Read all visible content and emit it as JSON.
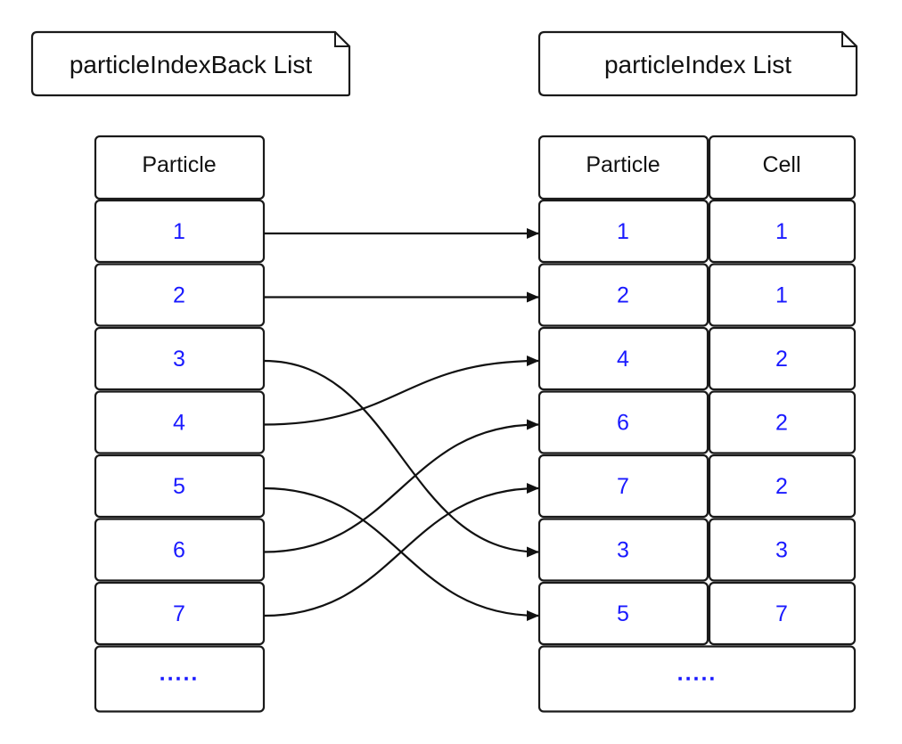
{
  "colors": {
    "value": "#1a1aff",
    "text": "#111111",
    "line": "#111111"
  },
  "left_note": {
    "label": "particleIndexBack List"
  },
  "right_note": {
    "label": "particleIndex List"
  },
  "left_table": {
    "header": "Particle",
    "rows": [
      "1",
      "2",
      "3",
      "4",
      "5",
      "6",
      "7"
    ],
    "ellipsis": "....."
  },
  "right_table": {
    "headers": [
      "Particle",
      "Cell"
    ],
    "rows": [
      [
        "1",
        "1"
      ],
      [
        "2",
        "1"
      ],
      [
        "4",
        "2"
      ],
      [
        "6",
        "2"
      ],
      [
        "7",
        "2"
      ],
      [
        "3",
        "3"
      ],
      [
        "5",
        "7"
      ]
    ],
    "ellipsis": "....."
  },
  "connections": [
    {
      "from": "1",
      "to_row": 1
    },
    {
      "from": "2",
      "to_row": 2
    },
    {
      "from": "3",
      "to_row": 6
    },
    {
      "from": "4",
      "to_row": 3
    },
    {
      "from": "5",
      "to_row": 7
    },
    {
      "from": "6",
      "to_row": 4
    },
    {
      "from": "7",
      "to_row": 5
    }
  ]
}
